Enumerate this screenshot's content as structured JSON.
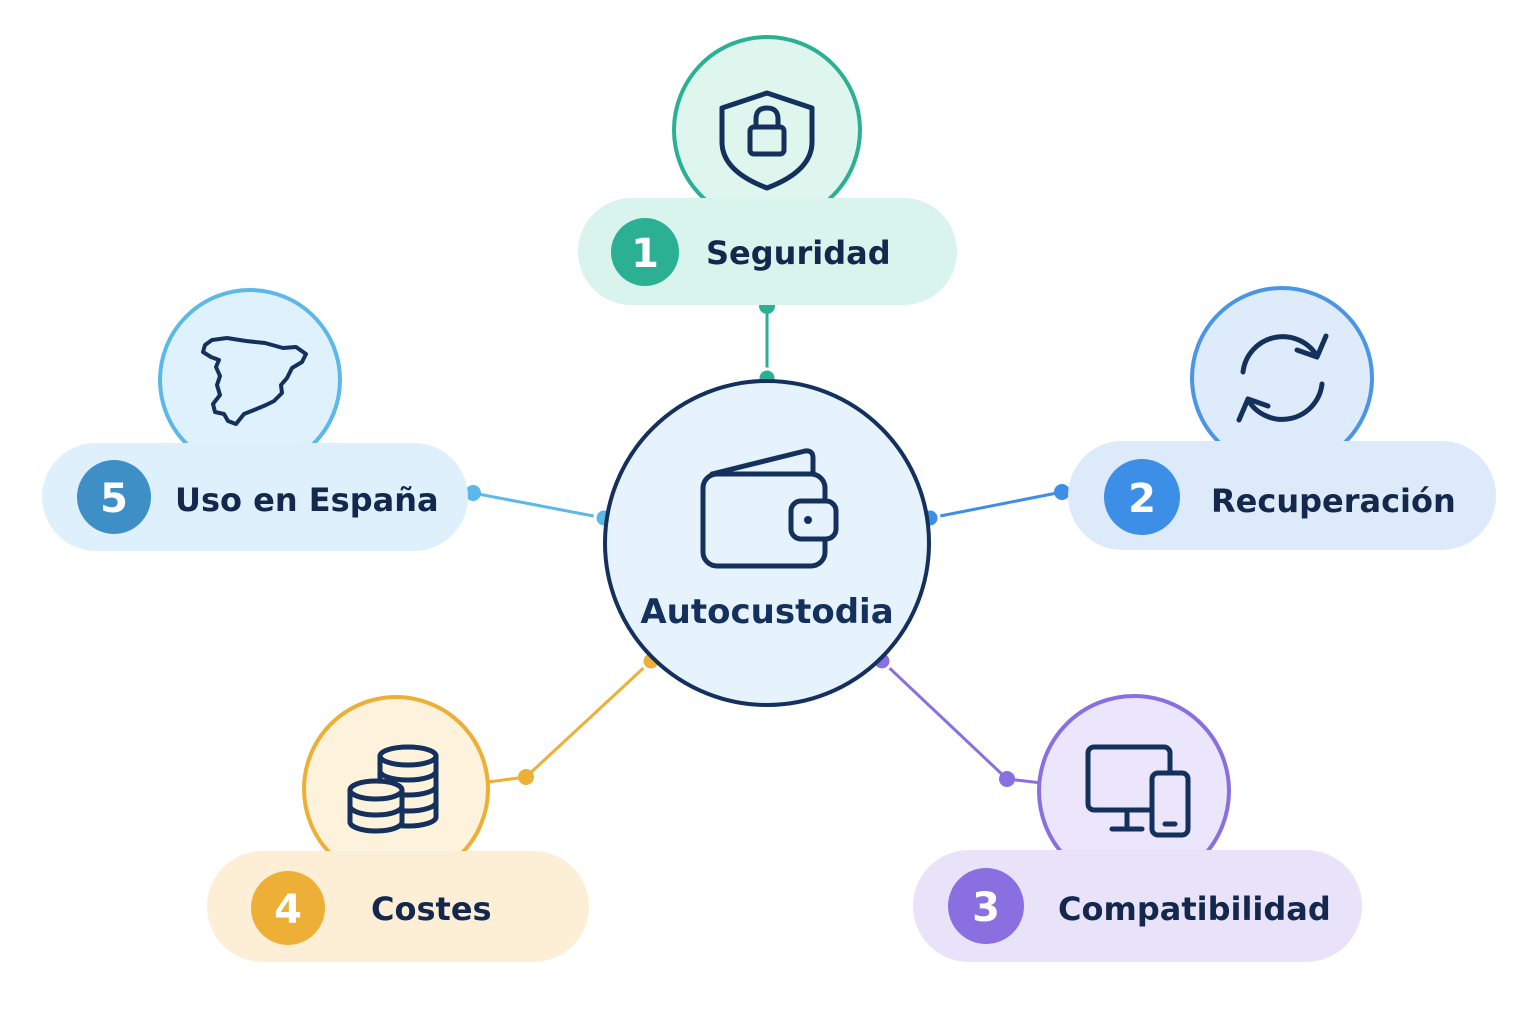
{
  "center": {
    "title": "Autocustodia",
    "icon": "wallet-icon"
  },
  "nodes": [
    {
      "id": "seguridad",
      "number": "1",
      "label": "Seguridad",
      "icon": "shield-lock-icon",
      "color": "#2bb093",
      "pill_bg": "#d9f4ec",
      "circle_bg": "#dff6ee"
    },
    {
      "id": "recuperacion",
      "number": "2",
      "label": "Recuperación",
      "icon": "refresh-icon",
      "color": "#3d8ee6",
      "pill_bg": "#dceaf9",
      "circle_bg": "#deebfb"
    },
    {
      "id": "compatibilidad",
      "number": "3",
      "label": "Compatibilidad",
      "icon": "devices-icon",
      "color": "#8a6fe0",
      "pill_bg": "#e8e3f8",
      "circle_bg": "#ebe6fb"
    },
    {
      "id": "costes",
      "number": "4",
      "label": "Costes",
      "icon": "coins-icon",
      "color": "#eeaf36",
      "pill_bg": "#fcefd6",
      "circle_bg": "#fdf2db"
    },
    {
      "id": "uso-espana",
      "number": "5",
      "label": "Uso en España",
      "icon": "spain-map-icon",
      "color": "#3d8fc6",
      "pill_bg": "#ddf0fb",
      "circle_bg": "#dff1fc"
    }
  ],
  "colors": {
    "navy": "#14305c",
    "center_fill": "#e7f3fc",
    "line_seguridad": "#2bb093",
    "line_recuperacion": "#3d8ee6",
    "line_compatibilidad": "#8a6fe0",
    "line_costes": "#eeaf36",
    "line_uso": "#5bb8e8"
  }
}
